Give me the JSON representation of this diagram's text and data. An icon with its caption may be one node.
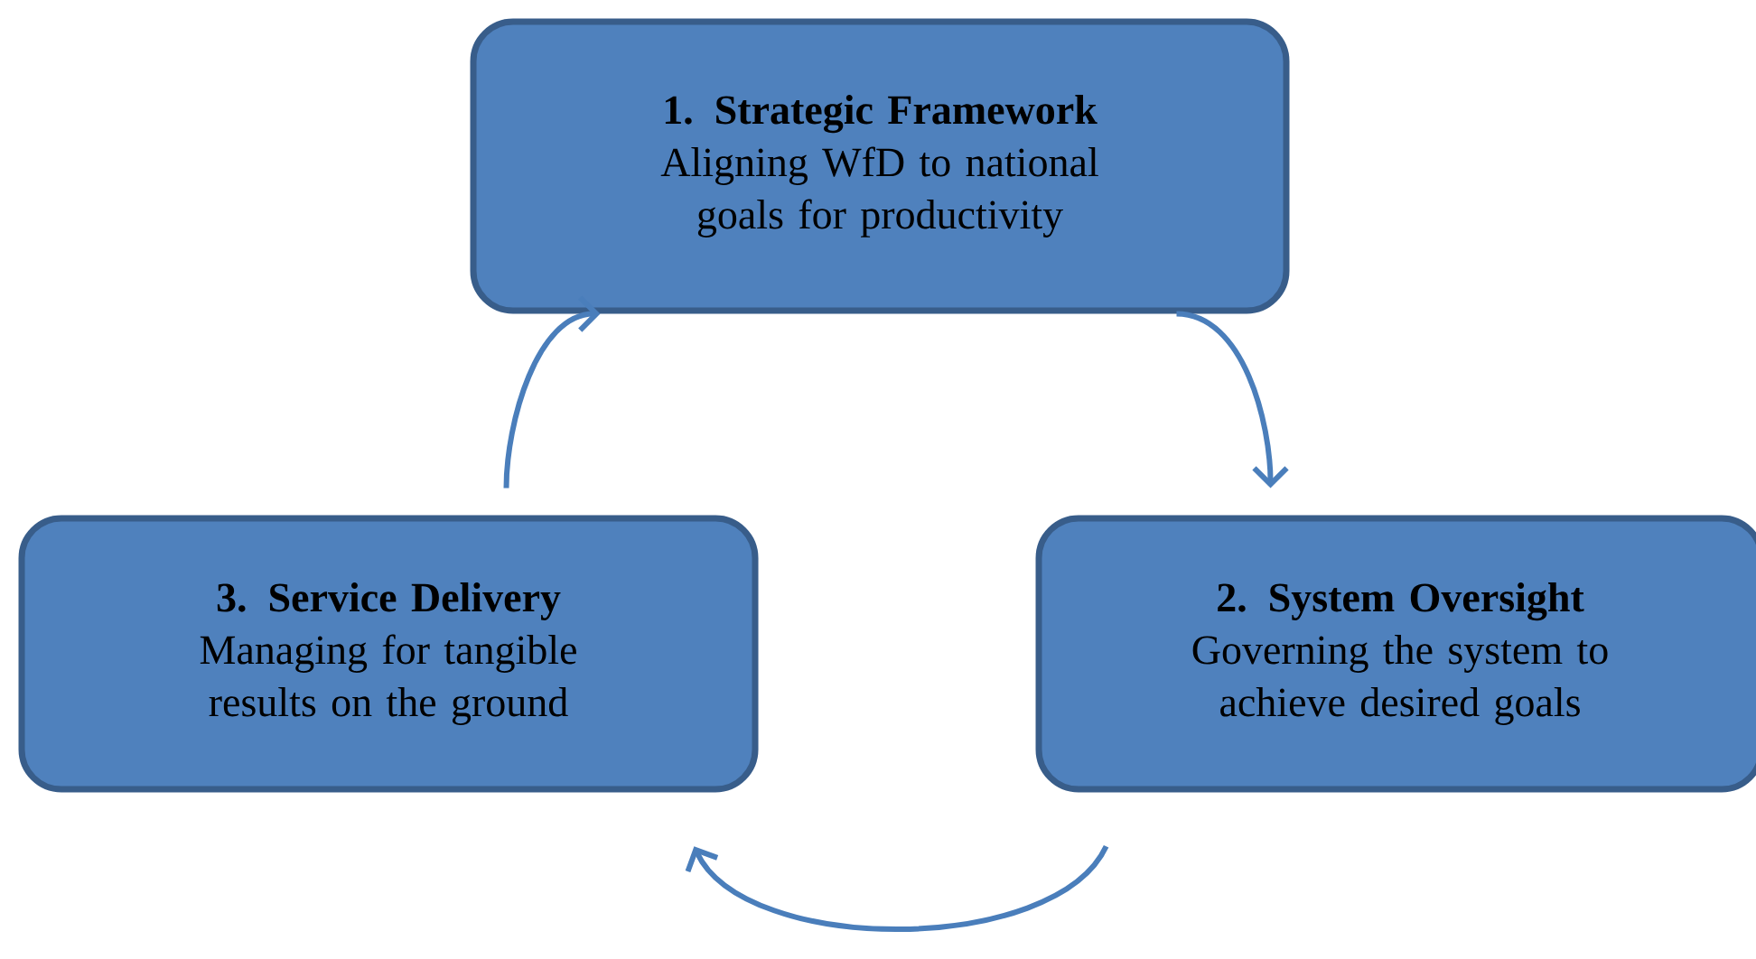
{
  "diagram": {
    "nodes": [
      {
        "text": [
          "1. Strategic Framework",
          "Aligning WfD to national goals for productivity"
        ]
      },
      {
        "text": [
          "2. System Oversight",
          "Governing the system to achieve desired goals"
        ]
      },
      {
        "text": [
          "3. Service Delivery",
          "Managing for tangible results on the ground"
        ]
      }
    ],
    "edges": [
      {
        "from": 0,
        "to": 1,
        "arrow": "to"
      },
      {
        "from": 1,
        "to": 2,
        "arrow": "to"
      },
      {
        "from": 2,
        "to": 0,
        "arrow": "to"
      }
    ]
  }
}
